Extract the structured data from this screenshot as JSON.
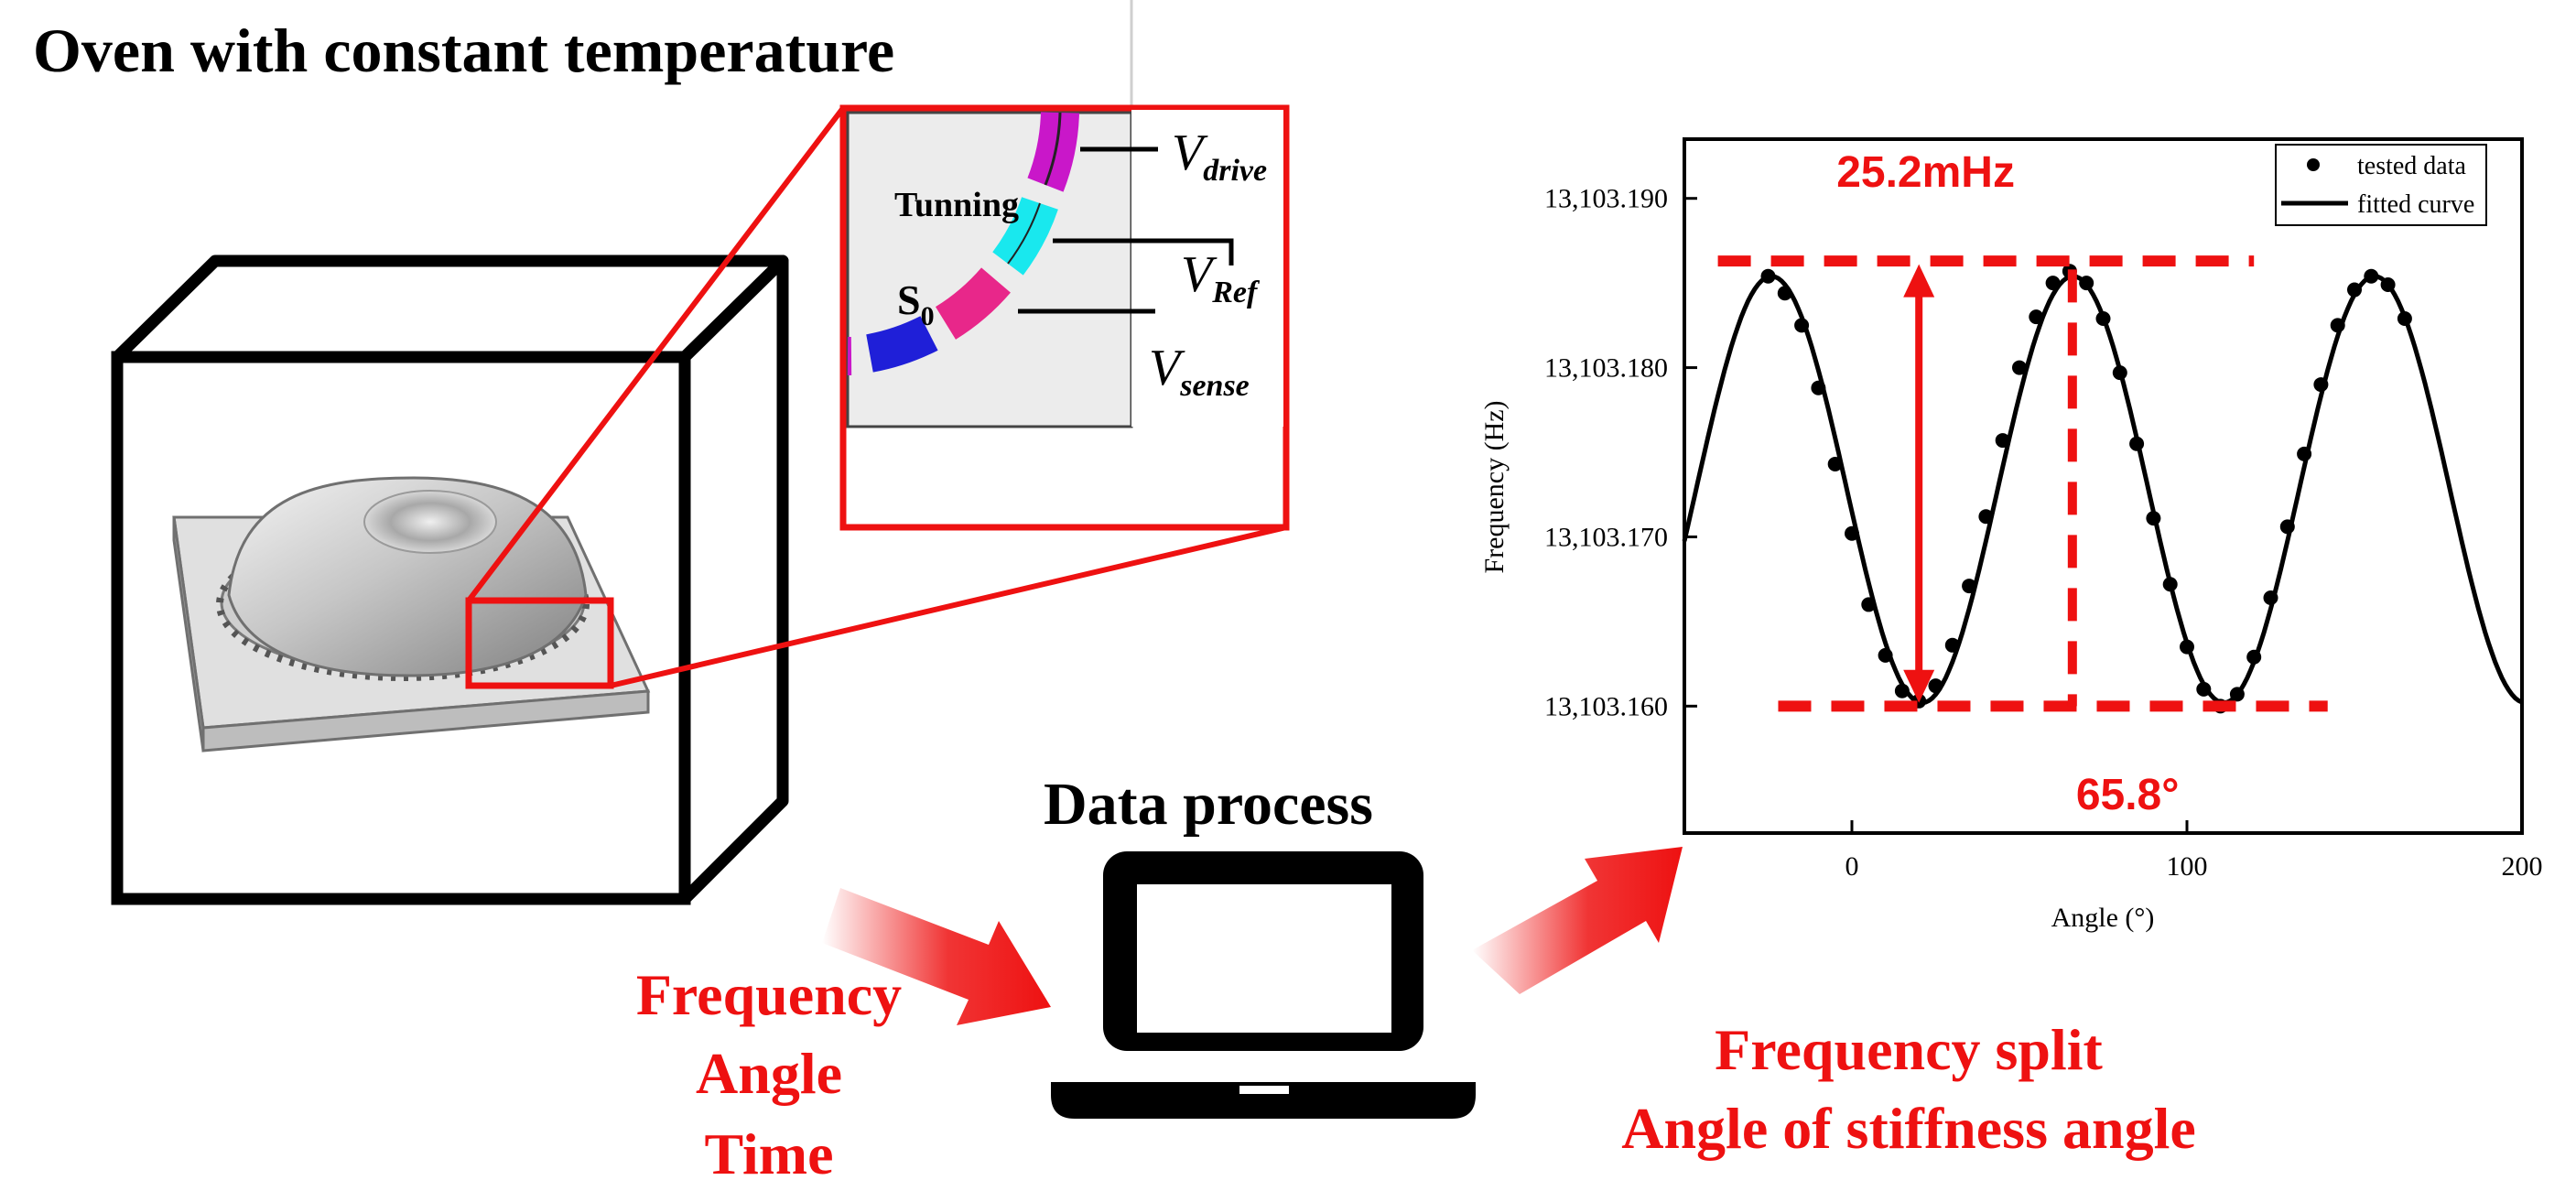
{
  "title": "Oven with constant temperature",
  "inset": {
    "tuning_label": "Tunning",
    "s0_base": "S",
    "s0_sub": "0",
    "v_drive_base": "V",
    "v_drive_sub": "drive",
    "v_ref_base": "V",
    "v_ref_sub": "Ref",
    "v_sense_base": "V",
    "v_sense_sub": "sense"
  },
  "data_process_label": "Data process",
  "inputs": [
    "Frequency",
    "Angle",
    "Time"
  ],
  "outputs": [
    "Frequency split",
    "Angle of stiffness angle"
  ],
  "colors": {
    "accent_red": "#ee1111",
    "ink": "#000000"
  },
  "chart_data": {
    "type": "scatter",
    "xlabel": "Angle (°)",
    "ylabel": "Frequency (Hz)",
    "xlim": [
      -50,
      200
    ],
    "ylim": [
      13103.1525,
      13103.1935
    ],
    "xticks": [
      0,
      100,
      200
    ],
    "xtick_labels": [
      "0",
      "100",
      "200"
    ],
    "yticks": [
      13103.16,
      13103.17,
      13103.18,
      13103.19
    ],
    "ytick_labels": [
      "13,103.160",
      "13,103.170",
      "13,103.180",
      "13,103.190"
    ],
    "legend": {
      "position": "top-right",
      "entries": [
        "tested data",
        "fitted curve"
      ]
    },
    "fitted_curve": {
      "form": "sinusoid",
      "center": 13103.1728,
      "amplitude": 0.0126,
      "period_deg": 90,
      "peak_angle_deg": 66
    },
    "series": [
      {
        "name": "tested data",
        "marker": "dot",
        "x": [
          -25,
          -20,
          -15,
          -10,
          -5,
          0,
          5,
          10,
          15,
          20,
          25,
          30,
          35,
          40,
          45,
          50,
          55,
          60,
          65,
          70,
          75,
          80,
          85,
          90,
          95,
          100,
          105,
          110,
          115,
          120,
          125,
          130,
          135,
          140,
          145,
          150,
          155,
          160,
          165
        ],
        "y": [
          13103.1854,
          13103.1844,
          13103.1825,
          13103.1788,
          13103.1743,
          13103.1702,
          13103.166,
          13103.163,
          13103.1609,
          13103.1603,
          13103.1612,
          13103.1636,
          13103.1671,
          13103.1712,
          13103.1757,
          13103.18,
          13103.183,
          13103.185,
          13103.1857,
          13103.185,
          13103.1829,
          13103.1797,
          13103.1755,
          13103.1711,
          13103.1672,
          13103.1635,
          13103.161,
          13103.16,
          13103.1607,
          13103.1629,
          13103.1664,
          13103.1706,
          13103.1749,
          13103.179,
          13103.1825,
          13103.1846,
          13103.1854,
          13103.1849,
          13103.1829
        ]
      }
    ],
    "annotations": [
      {
        "text": "25.2mHz",
        "type": "vertical-arrow",
        "x": 20,
        "y_from": 13103.1603,
        "y_to": 13103.186
      },
      {
        "text": "65.8°",
        "type": "vertical-dashed",
        "x": 65.8
      }
    ],
    "guides": [
      {
        "type": "horizontal-dashed",
        "y": 13103.1863,
        "x_from": -40,
        "x_to": 120
      },
      {
        "type": "horizontal-dashed",
        "y": 13103.16,
        "x_from": -22,
        "x_to": 142
      }
    ]
  }
}
